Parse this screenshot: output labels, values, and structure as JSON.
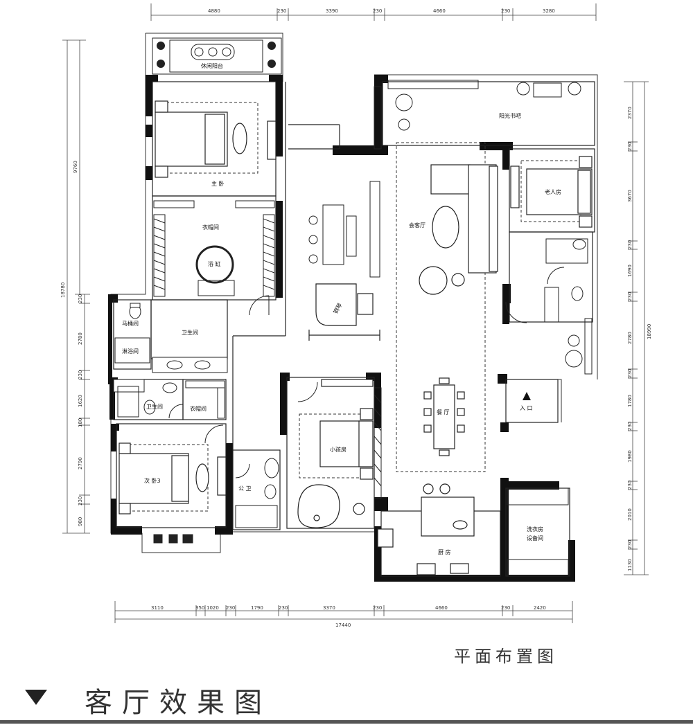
{
  "dimensions": {
    "top": [
      "4880",
      "230",
      "3390",
      "230",
      "4660",
      "230",
      "3280"
    ],
    "bottom": [
      "3110",
      "350",
      "1020",
      "230",
      "1790",
      "230",
      "3370",
      "230",
      "4660",
      "230",
      "2420"
    ],
    "bottom_total": "17440",
    "left_outer": "18780",
    "left_upper": "9760",
    "left": [
      "230",
      "2780",
      "230",
      "1620",
      "180",
      "2790",
      "230",
      "980"
    ],
    "right_total": "18990",
    "right": [
      "2370",
      "230",
      "3670",
      "230",
      "1690",
      "230",
      "2780",
      "230",
      "1780",
      "230",
      "1980",
      "230",
      "2010",
      "230",
      "1130"
    ]
  },
  "rooms": {
    "leisure_balcony": "休闲阳台",
    "master_bedroom": "主 卧",
    "cloakroom_master": "衣帽间",
    "bathtub": "浴 缸",
    "toilet_room": "马桶间",
    "shower_room": "淋浴间",
    "bathroom_master": "卫生间",
    "bathroom_second": "卫生间",
    "cloakroom_second": "衣帽间",
    "second_bedroom": "次 卧3",
    "public_bath": "公 卫",
    "kids_room": "小孩房",
    "piano": "钢琴",
    "living_room": "会客厅",
    "sun_study": "阳光书吧",
    "elder_room": "老人房",
    "entrance": "入 口",
    "dining": "餐 厅",
    "kitchen": "厨 房",
    "laundry_line1": "洗衣房",
    "laundry_line2": "设备间"
  },
  "caption": "平面布置图",
  "section_title": "客厅效果图"
}
